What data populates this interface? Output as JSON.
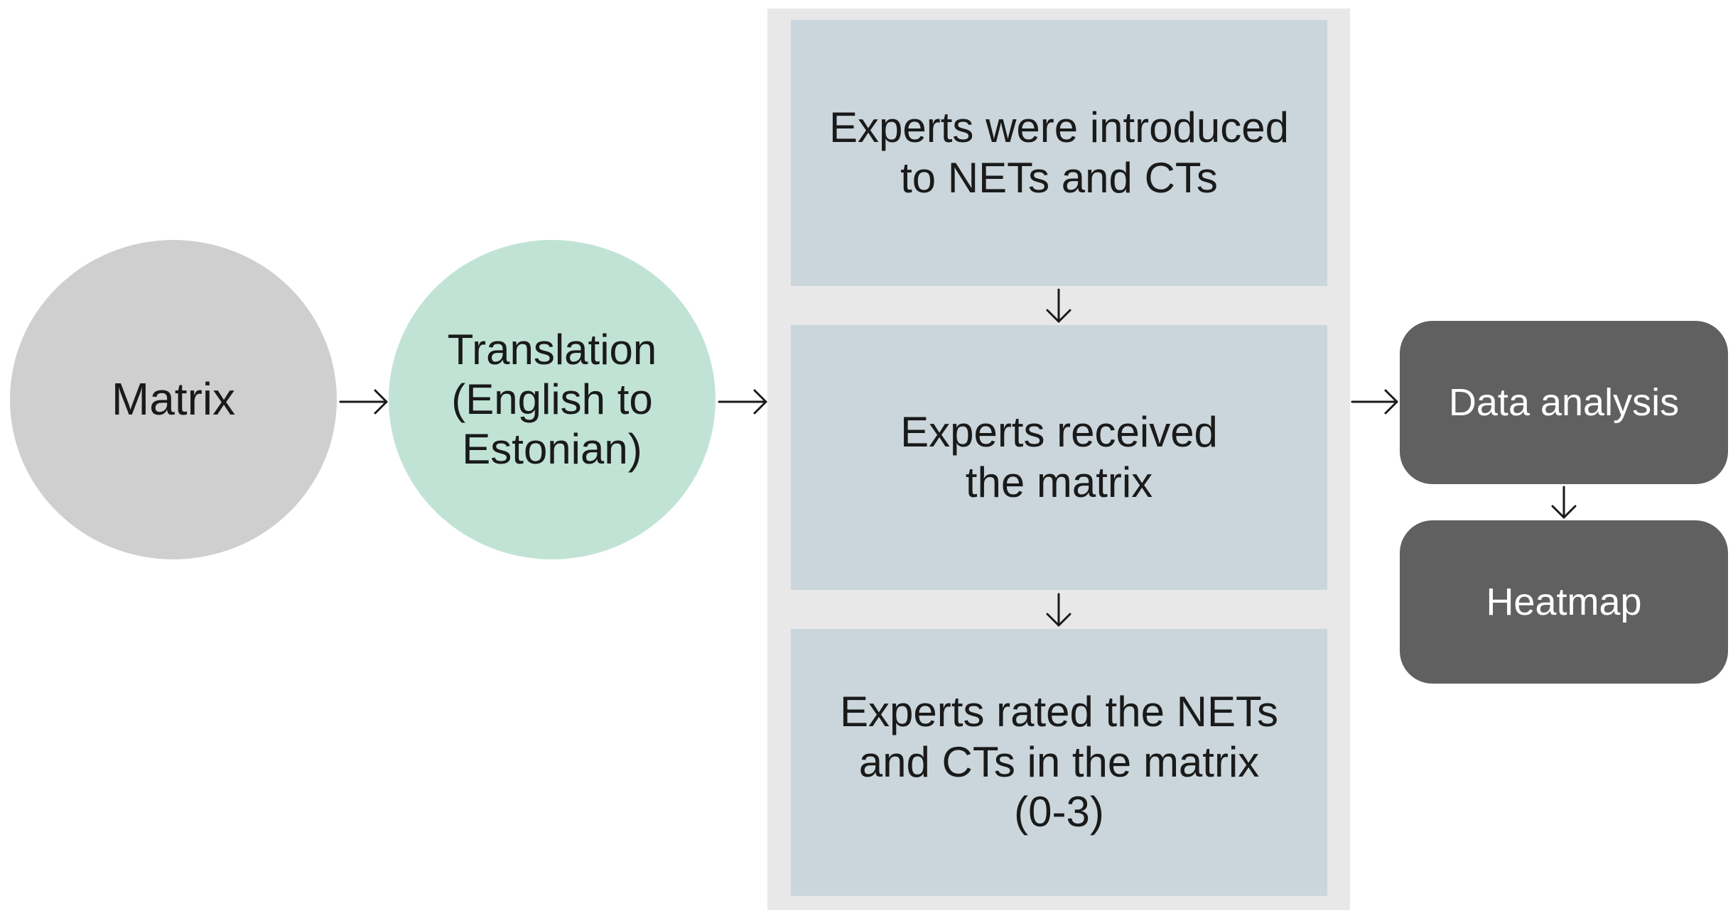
{
  "diagram": {
    "nodes": {
      "matrix": "Matrix",
      "translation": "Translation\n(English to\nEstonian)",
      "step1": "Experts were introduced\nto NETs and CTs",
      "step2": "Experts received\nthe matrix",
      "step3": "Experts rated the NETs\nand CTs in the matrix\n(0-3)",
      "analysis": "Data analysis",
      "heatmap": "Heatmap"
    },
    "edges": [
      {
        "from": "Matrix",
        "to": "Translation"
      },
      {
        "from": "Translation",
        "to": "Experts were introduced to NETs and CTs"
      },
      {
        "from": "Experts were introduced to NETs and CTs",
        "to": "Experts received the matrix"
      },
      {
        "from": "Experts received the matrix",
        "to": "Experts rated the NETs and CTs in the matrix"
      },
      {
        "from": "Experts",
        "to": "Data analysis"
      },
      {
        "from": "Data analysis",
        "to": "Heatmap"
      }
    ],
    "colors": {
      "matrix_fill": "#cfcfcf",
      "translation_fill": "#c0e3d5",
      "panel_fill": "#e8e8e8",
      "step_fill": "#cad6db",
      "dark_fill": "#606060",
      "arrow": "#1a1a1a"
    }
  }
}
